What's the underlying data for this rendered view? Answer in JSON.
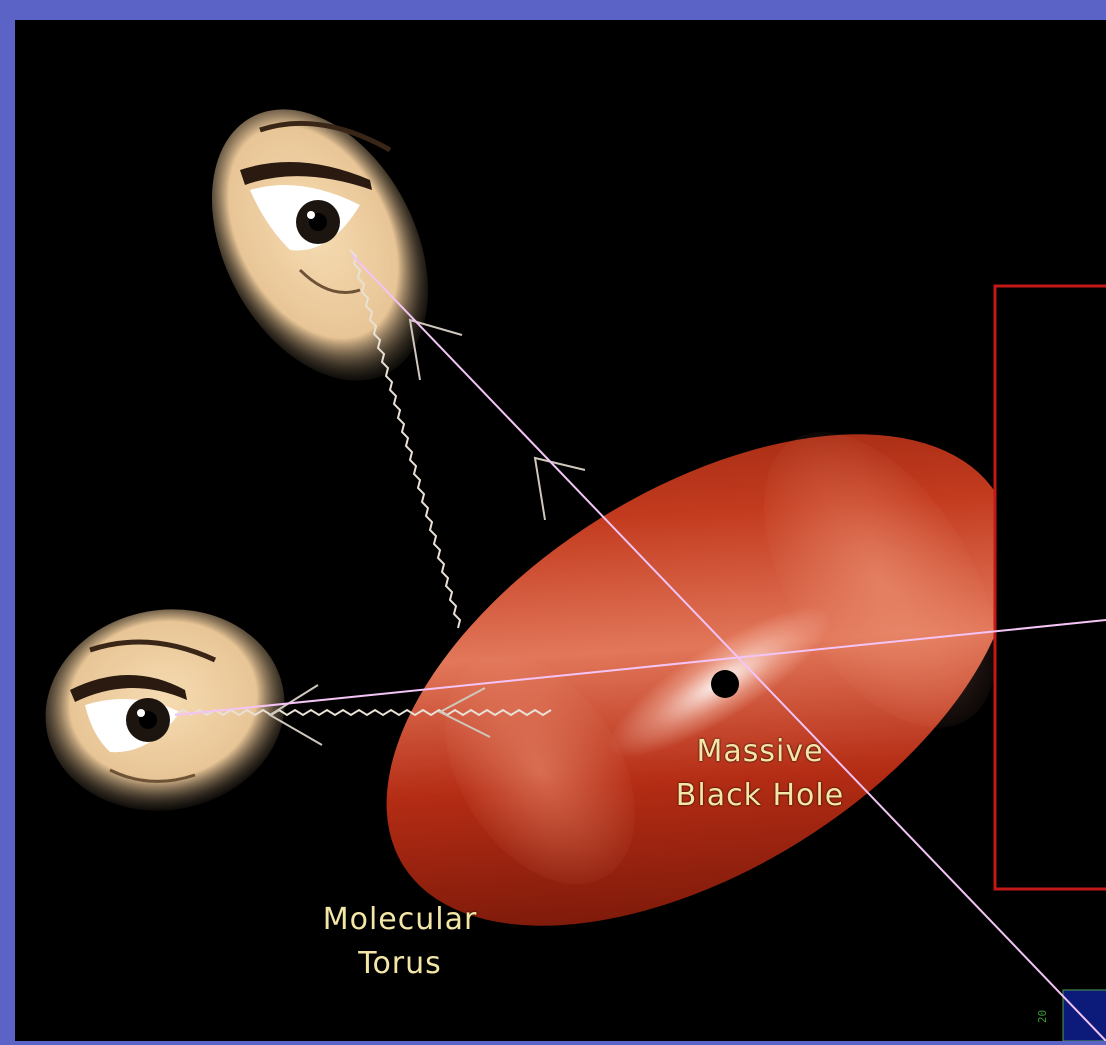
{
  "diagram": {
    "labels": {
      "black_hole": [
        "Massive",
        "Black Hole"
      ],
      "torus": [
        "Molecular",
        "Torus"
      ]
    },
    "inset_tick": "20",
    "colors": {
      "slide_background": "#5c63c6",
      "panel": "#000000",
      "torus": "#b8301a",
      "sight_lines": "#f3c4f5",
      "label_text": "#f3e6a6",
      "inset_frame": "#c21818"
    },
    "icons": [
      "eye-icon-top",
      "eye-icon-left",
      "black-hole",
      "molecular-torus"
    ]
  }
}
